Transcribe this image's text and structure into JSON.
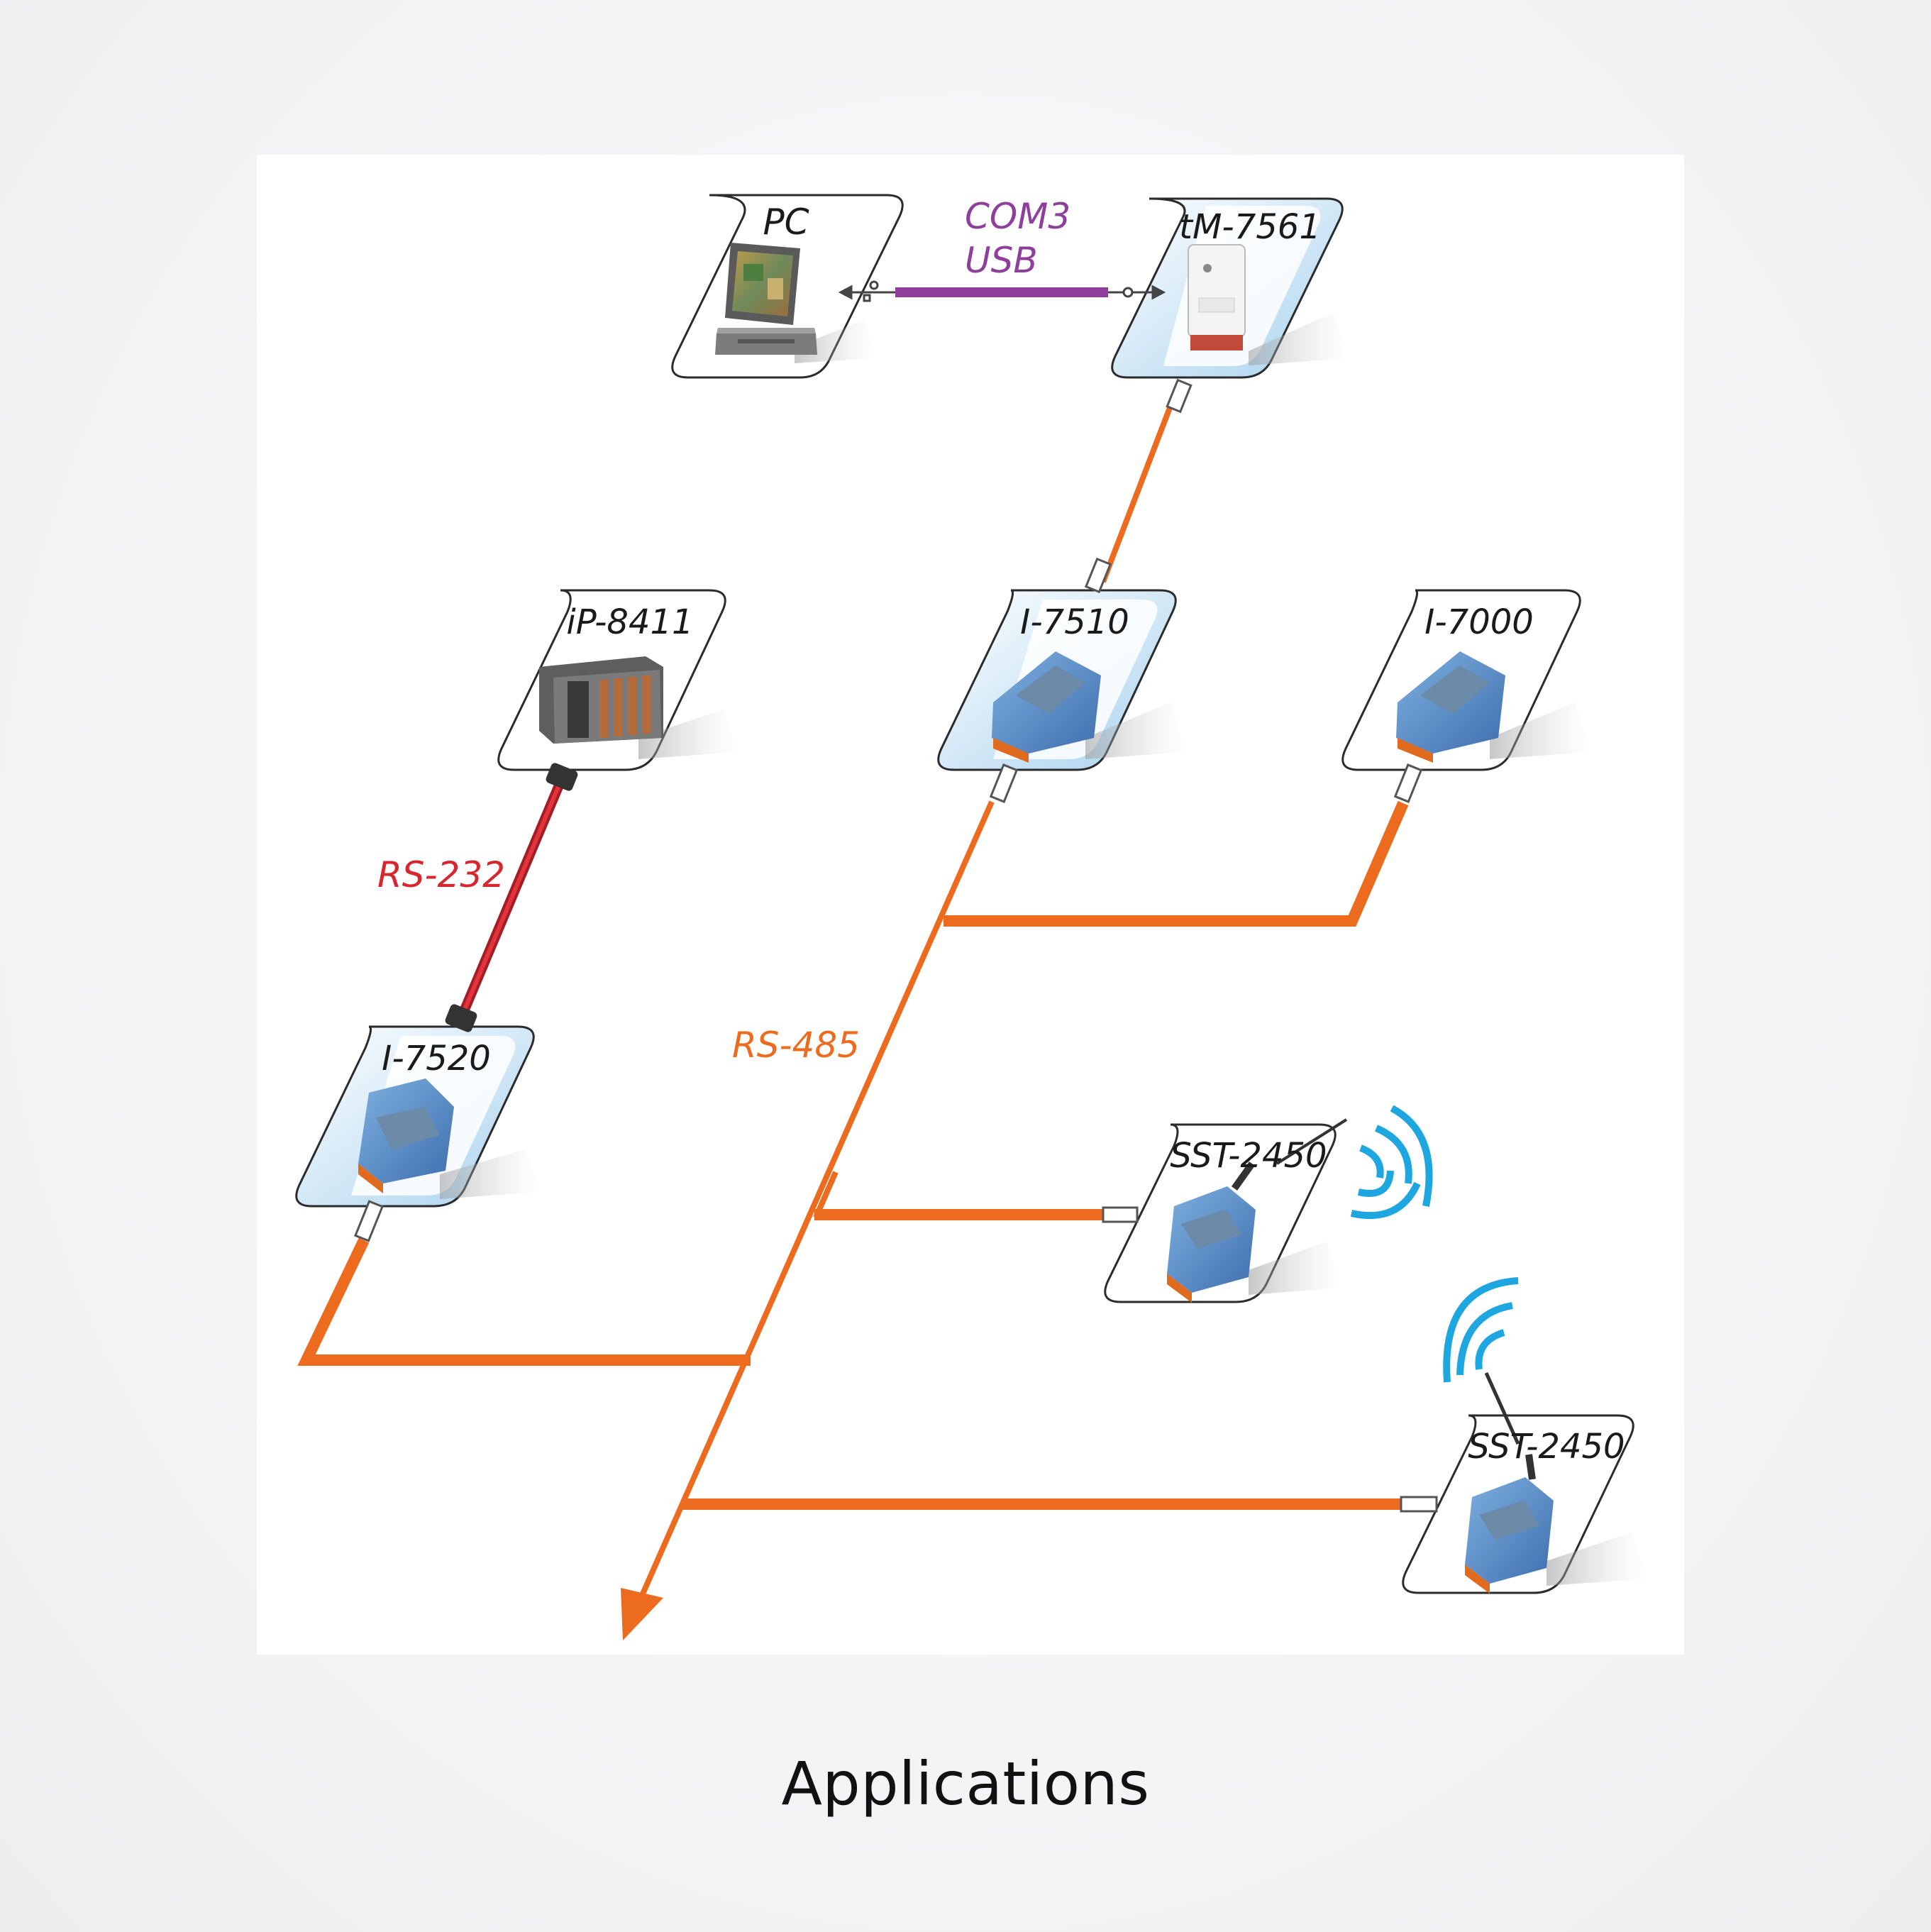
{
  "caption": "Applications",
  "links": {
    "usb": {
      "line1": "COM3",
      "line2": "USB"
    },
    "rs232": "RS-232",
    "rs485": "RS-485"
  },
  "devices": {
    "pc": "PC",
    "tm7561": "tM-7561",
    "ip8411": "iP-8411",
    "i7510": "I-7510",
    "i7000": "I-7000",
    "i7520": "I-7520",
    "sst2450_a": "SST-2450",
    "sst2450_b": "SST-2450"
  },
  "colors": {
    "usb": "#8e3f9c",
    "rs232": "#d8262f",
    "rs485": "#ec6b1f",
    "wireless": "#1ea6e0",
    "module_blue": "#4f86c6",
    "terminal_orange": "#e06a1e",
    "highlight_blue": "#a8d2ef"
  }
}
